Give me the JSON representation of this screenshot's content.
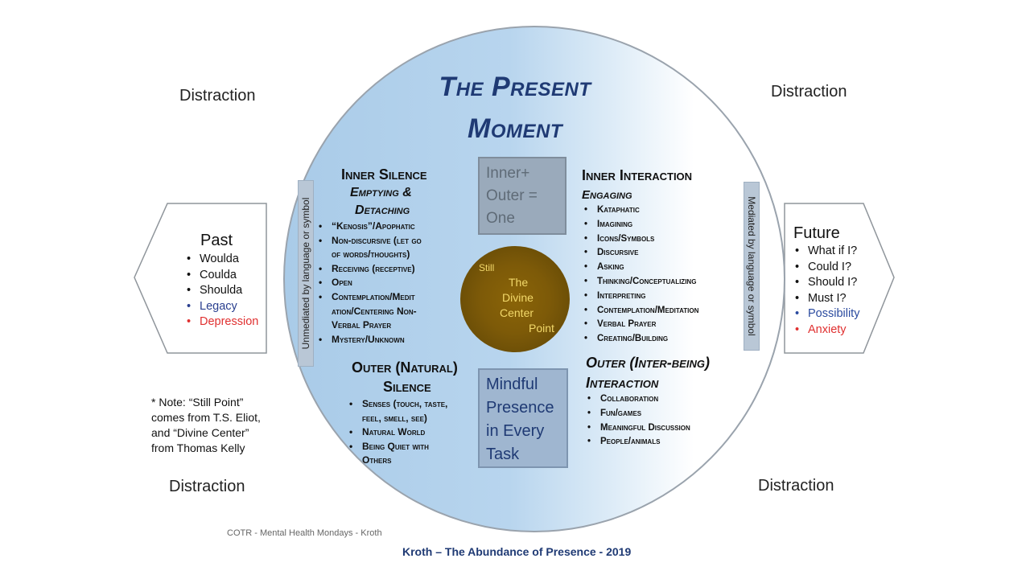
{
  "distractions": {
    "top_left": "Distraction",
    "top_right": "Distraction",
    "bottom_left": "Distraction",
    "bottom_right": "Distraction"
  },
  "title": {
    "line1": "The Present",
    "line2": "Moment"
  },
  "inner_silence": {
    "heading": "Inner Silence",
    "sub1": "Emptying &",
    "sub2": "Detaching",
    "items": [
      "“Kenosis”/Apophatic",
      "Non-discursive (let go",
      "of words/thoughts)",
      "Receiving (receptive)",
      "Open",
      "Contemplation/Medit",
      "ation/Centering Non-",
      "Verbal Prayer",
      "Mystery/Unknown"
    ]
  },
  "outer_silence": {
    "heading1": "Outer (Natural)",
    "heading2": "Silence",
    "items": [
      "Senses (touch, taste,",
      "feel, smell, see)",
      "Natural World",
      "Being Quiet with",
      "Others"
    ]
  },
  "inner_interaction": {
    "heading": "Inner Interaction",
    "sub": "Engaging",
    "items": [
      "Kataphatic",
      "Imagining",
      "Icons/Symbols",
      "Discursive",
      "Asking",
      "Thinking/Conceptualizing",
      "Interpreting",
      "Contemplation/Meditation",
      "Verbal Prayer",
      "Creating/Building"
    ]
  },
  "outer_interaction": {
    "heading1": "Outer (Inter-being)",
    "heading2": "Interaction",
    "items": [
      "Collaboration",
      "Fun/games",
      "Meaningful Discussion",
      "People/animals"
    ]
  },
  "box_inner_outer": {
    "line1": "Inner+",
    "line2": "Outer =",
    "line3": "One"
  },
  "box_mindful": {
    "line1": "Mindful",
    "line2": "Presence",
    "line3": "in Every",
    "line4": "Task"
  },
  "center": {
    "still": "Still",
    "the": "The",
    "divine": "Divine",
    "center": "Center",
    "point": "Point"
  },
  "bars": {
    "left": "Unmediated by language or symbol",
    "right": "Mediated by language or symbol"
  },
  "past": {
    "title": "Past",
    "items": [
      "Woulda",
      "Coulda",
      "Shoulda"
    ],
    "legacy": "Legacy",
    "depression": "Depression"
  },
  "future": {
    "title": "Future",
    "items": [
      "What if I?",
      "Could I?",
      "Should I?",
      "Must I?"
    ],
    "possibility": "Possibility",
    "anxiety": "Anxiety"
  },
  "note": {
    "l1": "* Note: “Still Point”",
    "l2": "comes from T.S. Eliot,",
    "l3": "and “Divine Center”",
    "l4": "from Thomas Kelly"
  },
  "footer": {
    "small": "COTR - Mental Health Mondays - Kroth",
    "main": "Kroth – The Abundance of Presence - 2019"
  },
  "colors": {
    "title_blue": "#1f3a74",
    "legacy_blue": "#2a3f8f",
    "possibility_blue": "#2a4a9f",
    "red": "#e03030",
    "orb_gold": "#7d5a08",
    "orb_text": "#f2d86a"
  }
}
